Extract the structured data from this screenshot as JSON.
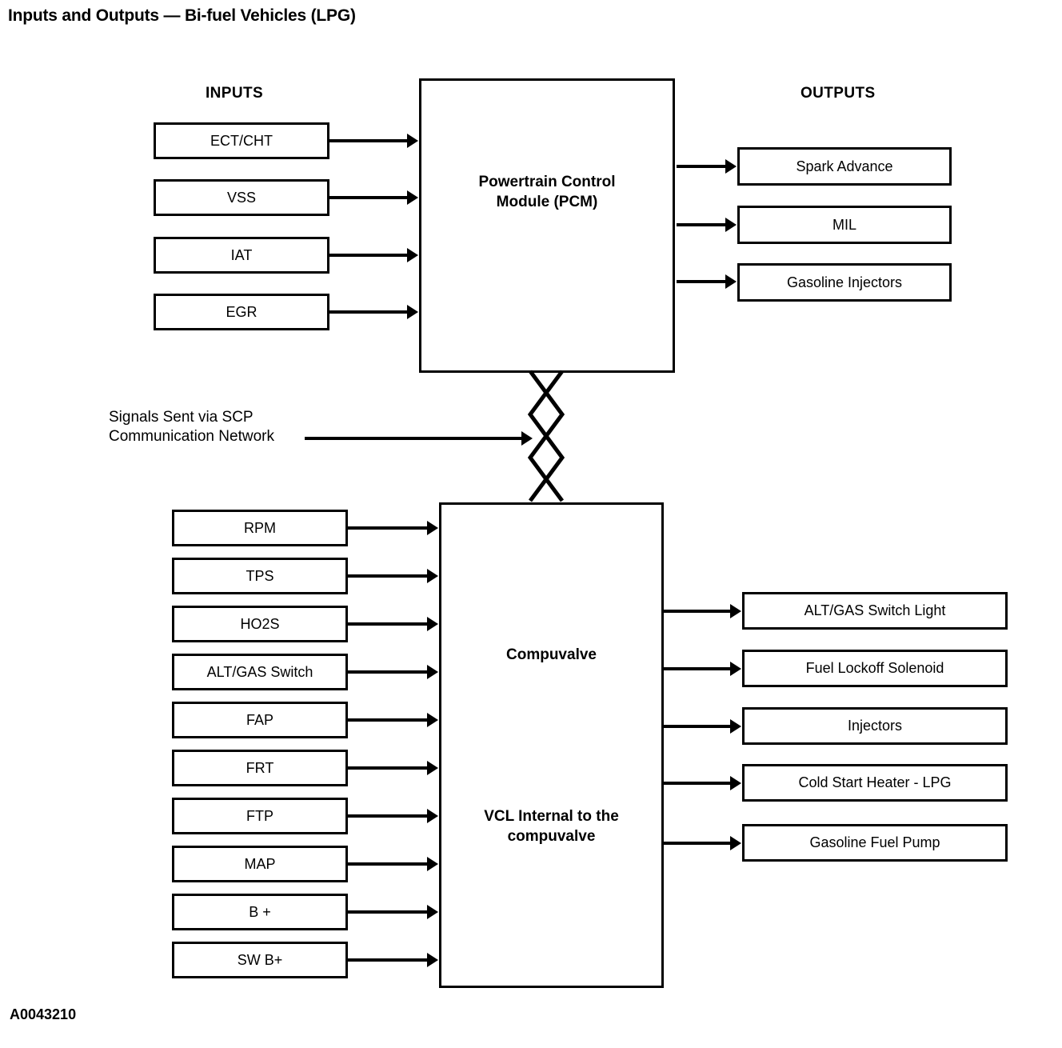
{
  "figure": {
    "title": "Inputs and Outputs — Bi-fuel Vehicles (LPG)",
    "id": "A0043210"
  },
  "headers": {
    "inputs": "INPUTS",
    "outputs": "OUTPUTS"
  },
  "modules": {
    "pcm": {
      "label_line1": "Powertrain Control",
      "label_line2": "Module (PCM)"
    },
    "compuvalve": {
      "label_top": "Compuvalve",
      "label_bottom_line1": "VCL Internal to the",
      "label_bottom_line2": "compuvalve"
    }
  },
  "network": {
    "label_line1": "Signals Sent via SCP",
    "label_line2": "Communication Network"
  },
  "pcm_inputs": [
    {
      "label": "ECT/CHT"
    },
    {
      "label": "VSS"
    },
    {
      "label": "IAT"
    },
    {
      "label": "EGR"
    }
  ],
  "pcm_outputs": [
    {
      "label": "Spark Advance"
    },
    {
      "label": "MIL"
    },
    {
      "label": "Gasoline Injectors"
    }
  ],
  "compuvalve_inputs": [
    {
      "label": "RPM"
    },
    {
      "label": "TPS"
    },
    {
      "label": "HO2S"
    },
    {
      "label": "ALT/GAS Switch"
    },
    {
      "label": "FAP"
    },
    {
      "label": "FRT"
    },
    {
      "label": "FTP"
    },
    {
      "label": "MAP"
    },
    {
      "label": "B +"
    },
    {
      "label": "SW B+"
    }
  ],
  "compuvalve_outputs": [
    {
      "label": "ALT/GAS Switch Light"
    },
    {
      "label": "Fuel Lockoff Solenoid"
    },
    {
      "label": "Injectors"
    },
    {
      "label": "Cold Start Heater - LPG"
    },
    {
      "label": "Gasoline Fuel Pump"
    }
  ],
  "colors": {
    "stroke": "#000000",
    "background": "#ffffff"
  }
}
